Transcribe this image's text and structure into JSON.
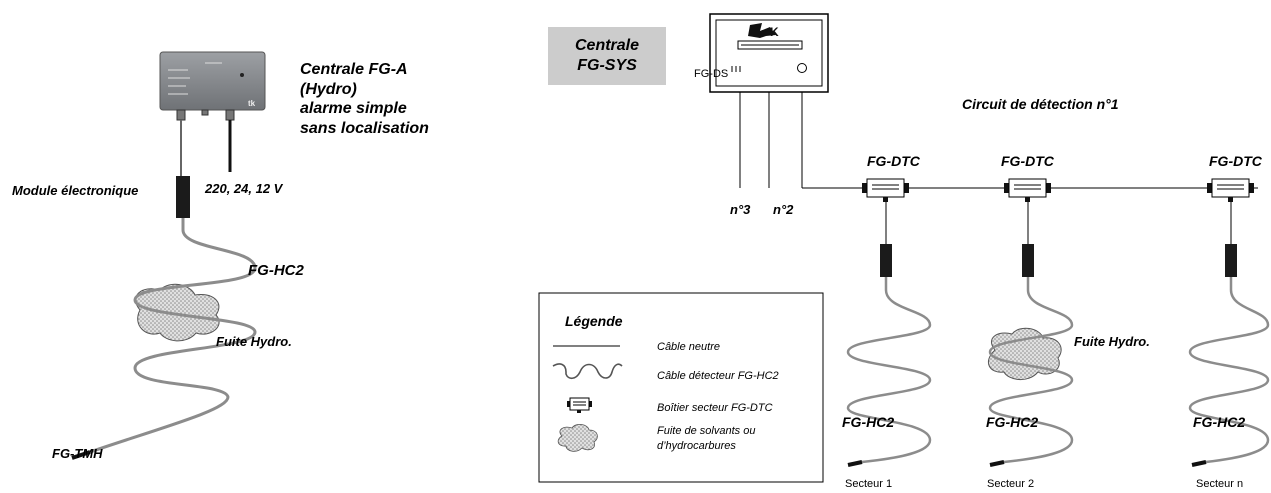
{
  "left": {
    "central_title": [
      "Centrale FG-A",
      "(Hydro)",
      "alarme simple",
      "sans localisation"
    ],
    "module_label": "Module électronique",
    "power_label": "220, 24, 12 V",
    "cable_label": "FG-HC2",
    "leak_label": "Fuite Hydro.",
    "terminator_label": "FG-TMH"
  },
  "right": {
    "sys_title": [
      "Centrale",
      "FG-SYS"
    ],
    "ds_label": "FG-DS",
    "circuit_label": "Circuit de détection n°1",
    "channel_labels": [
      "n°3",
      "n°2"
    ],
    "dtc_label": "FG-DTC",
    "cable_label": "FG-HC2",
    "leak_label": "Fuite Hydro.",
    "sectors": [
      "Secteur 1",
      "Secteur 2",
      "Secteur n"
    ]
  },
  "legend": {
    "title": "Légende",
    "items": [
      "Câble neutre",
      "Câble détecteur FG-HC2",
      "Boîtier secteur FG-DTC",
      "Fuite de solvants ou",
      "d’hydrocarbures"
    ]
  },
  "colors": {
    "cable": "#888888",
    "box": "#8a8c90",
    "leak": "#bdbdbd",
    "banner": "#cccccc"
  }
}
